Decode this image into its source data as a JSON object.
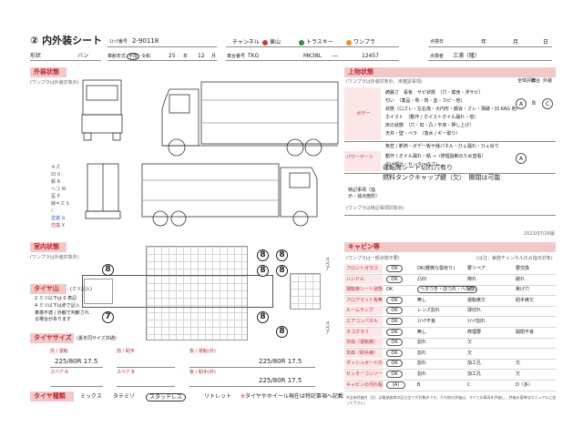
{
  "header": {
    "title": "② 内外装シート",
    "stock_label": "ｽﾄｯｸ番号",
    "stock_no": "2-90118",
    "channel_label": "チャンネル",
    "channels": [
      {
        "name": "東山",
        "color": "#d33c2b"
      },
      {
        "name": "トラスキー",
        "color": "#2e8b3e"
      },
      {
        "name": "ワンプラ",
        "color": "#e8922a"
      }
    ],
    "inspect_date_label": "点検日",
    "date_units": [
      "年",
      "月",
      "日"
    ],
    "shape_label": "形状",
    "shape_value": "バン",
    "year_label": "車齢年式",
    "era_options": [
      "平成",
      "令和"
    ],
    "year_value": "25",
    "year_unit": "年",
    "month_value": "12",
    "month_unit": "月",
    "chassis_label": "車台番号",
    "chassis_prefix": "TKG",
    "chassis_model": "MK38L",
    "chassis_no": "12457",
    "inspector_label": "点検者",
    "inspector": "三浦（隆）"
  },
  "exterior": {
    "title": "外装状態",
    "note": "(ワンプラは外装対象外)",
    "damage_legend": [
      "キズ",
      "凹 U",
      "錆 R",
      "ヘコ W",
      "歪 P",
      "線キズ S",
      "C",
      "塗装 G",
      "交換 X"
    ],
    "bottom_note": "(ワンプラは外装対象外)"
  },
  "upper": {
    "title": "上物状態",
    "note": "(ワンプラは外装対象外、未確認事項)",
    "rank_headers": [
      "全体評価",
      "総合",
      "外装"
    ],
    "body_label": "ボデー",
    "body_lines": [
      "綺麗さ　看板　サビ状態　（穴・腐食・浮サビ）",
      "匂い　（薬品・魚・肉・血・カビ・他）",
      "状態（ロズレ・左右落・大円形・都会・ズレ・飛破・凹 KAG 他）",
      "ホイスト　（動作 / ホイストオイル漏れ・他）",
      "床の状態　（穴・凹・凸 / 平床・押し上げ）",
      "天井・壁・ペラ　（落水 / ギー取り）"
    ],
    "body_ranks": [
      "A",
      "B",
      "C"
    ],
    "body_sub": "気密 / 断熱・ボデー板サ様パネル・ひぇ漏れ・ひぇ戻り",
    "powergate_label": "パワーゲート",
    "pg_lines": [
      "動作 / オイル漏れ・錆 →（修理過剰のため査看）",
      "欠け部分・センターのズレ"
    ],
    "remarks_label": "特記事項（指示・減点箇所）",
    "remarks": [
      "運転席シート切れ穴有り",
      "燃料タンクキャップ鍵（欠）　開閉は可能"
    ],
    "footer_note": "(ワンプラは特記事項対象外)",
    "date_code": "2023/07/26版"
  },
  "interior": {
    "title": "室内状態",
    "note": "(ワンプラは外装対象外)"
  },
  "tire_depth": {
    "title": "タイヤ山",
    "subtitle": "(ミリ記入)",
    "lines": [
      "2 ミリ以下は 0 表記",
      "4 ミリ以下は赤で記入",
      "車検不適 / 外観で判断される場合があります"
    ],
    "values": [
      "8",
      "8",
      "8",
      "8",
      "8",
      "7",
      "8",
      "8"
    ],
    "side_labels": [
      "スペア",
      "スペア"
    ]
  },
  "tire_size": {
    "title": "タイヤサイズ",
    "subtitle": "(夏冬同サイズ共通)",
    "cells": [
      {
        "label": "前 / 運転",
        "value": "225/80R 17.5"
      },
      {
        "label": "前 / 助手",
        "value": ""
      },
      {
        "label": "後 / 運転(外)",
        "value": "225/80R 17.5"
      },
      {
        "label": "スペア A",
        "value": ""
      },
      {
        "label": "スペア B",
        "value": ""
      },
      {
        "label": "後 / 助手(外)",
        "value": "225/80R 17.5"
      }
    ]
  },
  "tire_type": {
    "title": "タイヤ種類",
    "options": [
      "ミックス",
      "タテミゾ",
      "スタッドレス",
      "リトレット"
    ],
    "selected": "スタッドレス",
    "note": "タイヤやホイール現在は特記事項へ記載"
  },
  "cabin": {
    "title": "キャビン等",
    "note": "(ワンプラは一部点検不要)",
    "note_right": "(は注：実施チャンネルのみ指示対象)",
    "rows": [
      {
        "label": "フロントガラス",
        "opts": [
          "OK",
          "OK(軽微な傷有り)",
          "要リペア",
          "要交換"
        ],
        "sel": 0
      },
      {
        "label": "ハンドル",
        "opts": [
          "OK",
          "凸凹",
          "擦れ",
          "破れ"
        ],
        "sel": 0
      },
      {
        "label": "運転席シート状態",
        "opts": [
          "OK",
          "ヘタつき・ほつれ・へたり",
          "破れ",
          "焦げ穴"
        ],
        "sel": 1
      },
      {
        "label": "フロアマット有無",
        "opts": [
          "OK",
          "無し",
          "運転席欠",
          "助手席欠"
        ],
        "sel": 0
      },
      {
        "label": "ルームランプ",
        "opts": [
          "OK",
          "レンズ割れ",
          "球切れ"
        ],
        "sel": 0
      },
      {
        "label": "エアコンパネル",
        "opts": [
          "OK",
          "ｽｲｯﾁ不良",
          "ｽｲｯﾁ割れ"
        ],
        "sel": 0
      },
      {
        "label": "タコグラフ",
        "opts": [
          "OK",
          "無し",
          "修理要",
          "開閉不良"
        ],
        "sel": 0
      },
      {
        "label": "灰皿（運転席）",
        "opts": [
          "OK",
          "割れ",
          "欠"
        ],
        "sel": 0
      },
      {
        "label": "灰皿（助手席）",
        "opts": [
          "OK",
          "割れ",
          "欠"
        ],
        "sel": 0
      },
      {
        "label": "ダッシュボードの状況",
        "opts": [
          "OK",
          "割れ",
          "加工孔",
          "欠"
        ],
        "sel": 0
      },
      {
        "label": "センターコンソール",
        "opts": [
          "OK",
          "割れ",
          "加工孔",
          "欠"
        ],
        "sel": 0
      },
      {
        "label": "キャビンの汚れ程度",
        "opts": [
          "(A)",
          "B",
          "C",
          "D（多）"
        ],
        "sel": 0
      }
    ],
    "footer": "※全体評価内（注）は後部座席の区分全てが対象外です。その他の評価は、すべての車両を評価し、評価の基準はマニュアルに従って下さい。"
  }
}
